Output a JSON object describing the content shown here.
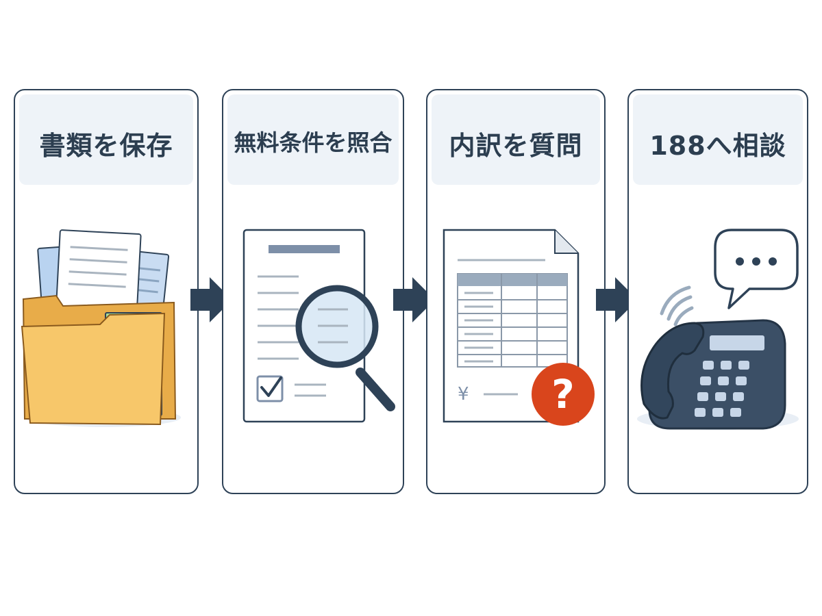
{
  "steps": [
    {
      "title": "書類を保存",
      "icon": "folder-with-documents-icon"
    },
    {
      "title": "無料条件を照合",
      "icon": "document-magnifier-icon"
    },
    {
      "title": "内訳を質問",
      "icon": "invoice-question-icon"
    },
    {
      "title": "188へ相談",
      "icon": "phone-speech-bubble-icon"
    }
  ],
  "symbols": {
    "yen": "¥",
    "question": "?"
  },
  "colors": {
    "border": "#2e4257",
    "header_bg": "#eef3f8",
    "arrow": "#2e4257",
    "folder": "#f7c76a",
    "question_badge": "#d9451c",
    "phone": "#3b4f66"
  }
}
